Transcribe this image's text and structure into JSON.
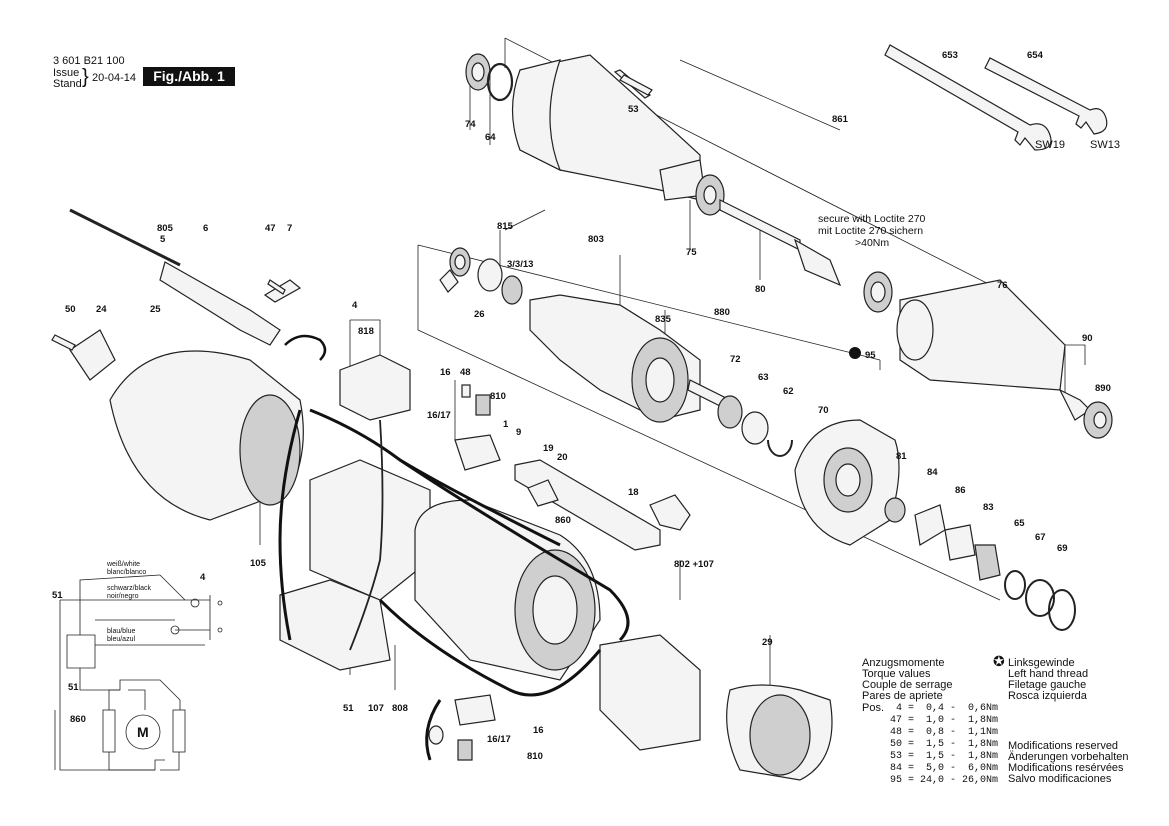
{
  "header": {
    "doc_number": "3 601 B21 100",
    "issue_label": "Issue",
    "stand_label": "Stand",
    "date": "20-04-14",
    "fig_label": "Fig./Abb. 1"
  },
  "note": {
    "line1": "secure with Loctite 270",
    "line2": "mit Loctite 270 sichern",
    "line3": ">40Nm"
  },
  "wrenches": [
    {
      "label": "653",
      "size": "SW19"
    },
    {
      "label": "654",
      "size": "SW13"
    }
  ],
  "part_labels": [
    "74",
    "64",
    "53",
    "861",
    "815",
    "803",
    "75",
    "80",
    "76",
    "3/3/13",
    "26",
    "835",
    "880",
    "95",
    "805",
    "5",
    "6",
    "47",
    "7",
    "50",
    "24",
    "25",
    "4",
    "818",
    "16",
    "48",
    "810",
    "16/17",
    "1",
    "9",
    "19",
    "20",
    "18",
    "860",
    "72",
    "63",
    "62",
    "70",
    "81",
    "84",
    "86",
    "83",
    "65",
    "67",
    "69",
    "90",
    "890",
    "105",
    "802 +107",
    "29",
    "51",
    "107",
    "808",
    "16/17",
    "16",
    "810"
  ],
  "wiring": {
    "white": "weiß/white",
    "white2": "blanc/blanco",
    "black": "schwarz/black",
    "black2": "noir/negro",
    "blue": "blau/blue",
    "blue2": "bleu/azul",
    "label_51_top": "51",
    "label_4": "4",
    "label_51": "51",
    "label_860": "860",
    "motor": "M"
  },
  "torque": {
    "title": [
      "Anzugsmomente",
      "Torque values",
      "Couple de serrage",
      "Pares de apriete"
    ],
    "pos_label": "Pos.",
    "rows": [
      "  4 =  0,4 -  0,6Nm",
      " 47 =  1,0 -  1,8Nm",
      " 48 =  0,8 -  1,1Nm",
      " 50 =  1,5 -  1,8Nm",
      " 53 =  1,5 -  1,8Nm",
      " 84 =  5,0 -  6,0Nm",
      " 95 = 24,0 - 26,0Nm"
    ]
  },
  "left_thread": [
    "Linksgewinde",
    "Left hand thread",
    "Filetage gauche",
    "Rosca izquierda"
  ],
  "modifications": [
    "Modifications reserved",
    "Änderungen vorbehalten",
    "Modifications resérvées",
    "Salvo modificaciones"
  ]
}
